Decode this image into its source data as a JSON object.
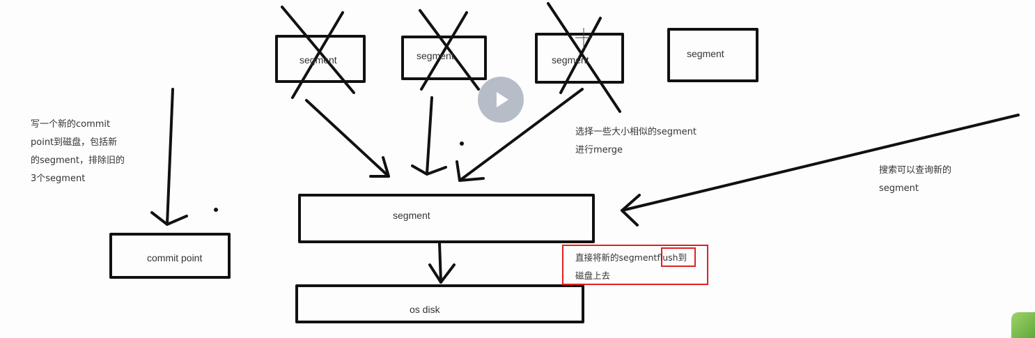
{
  "segments_top": [
    "segment",
    "segment",
    "segment",
    "segment"
  ],
  "merged_segment_label": "segment",
  "disk_label": "os disk",
  "commit_label": "commit point",
  "note_commit": [
    "写一个新的commit",
    "point到磁盘，包括新",
    "的segment，排除旧的",
    "3个segment"
  ],
  "note_merge": [
    "选择一些大小相似的segment",
    "进行merge"
  ],
  "note_search": [
    "搜索可以查询新的",
    "segment"
  ],
  "note_flush": [
    "直接将新的segmentflush到",
    "磁盘上去"
  ],
  "colors": {
    "ink": "#111111",
    "highlight": "#e02020",
    "play_button": "#aab2be"
  },
  "icons": {
    "play": "play-icon"
  }
}
